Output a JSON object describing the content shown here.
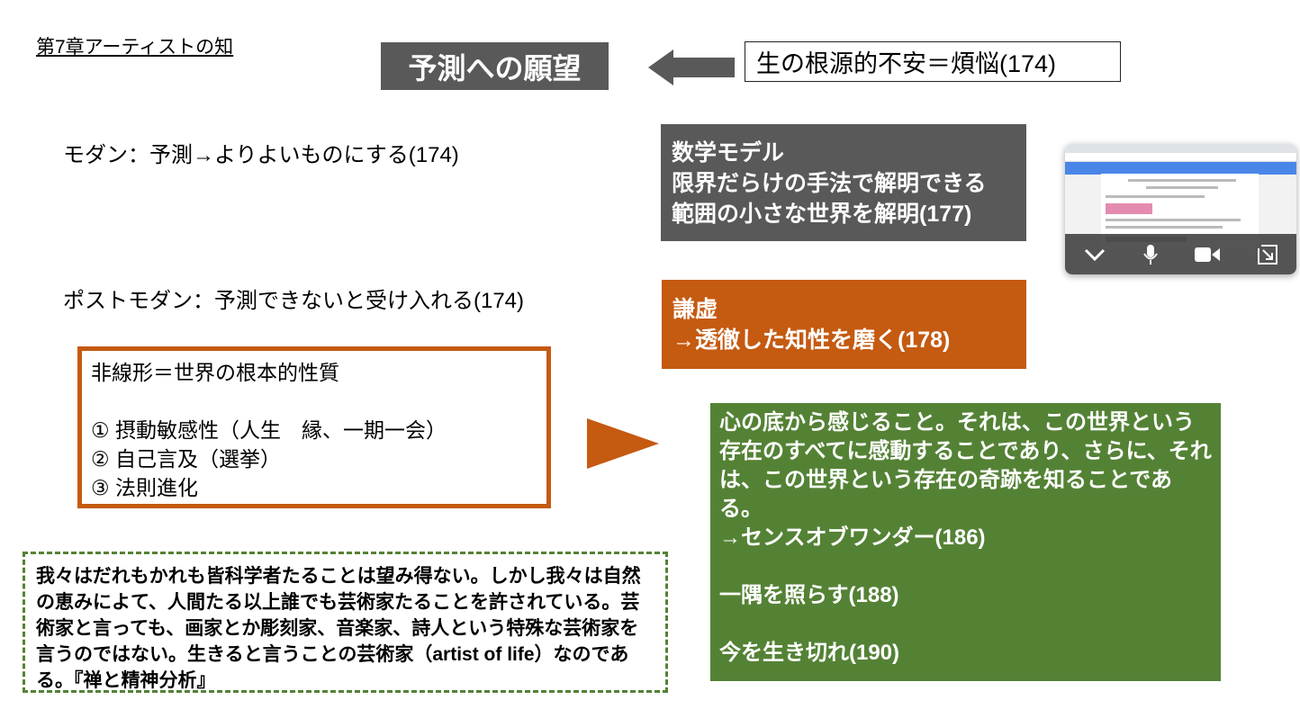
{
  "slide": {
    "chapter": "第7章アーティストの知",
    "title": "予測への願望",
    "anxiety": "生の根源的不安＝煩悩(174)",
    "modern": "モダン：予測→よりよいものにする(174)",
    "postmodern": "ポストモダン：予測できないと受け入れる(174)",
    "nonlinear": {
      "heading": "非線形＝世界の根本的性質",
      "items": [
        "①  摂動敏感性（人生　縁、一期一会）",
        "②  自己言及（選挙）",
        "③  法則進化"
      ]
    },
    "math": [
      "数学モデル",
      "限界だらけの手法で解明できる",
      "範囲の小さな世界を解明(177)"
    ],
    "humility": [
      "謙虚",
      "→透徹した知性を磨く(178)"
    ],
    "wonder": "心の底から感じること。それは、この世界という存在のすべてに感動することであり、さらに、それは、この世界という存在の奇跡を知ることである。\n →センスオブワンダー(186)\n\n一隅を照らす(188)\n\n今を生き切れ(190)",
    "quote": "我々はだれもかれも皆科学者たることは望み得ない。しかし我々は自然の恵みによて、人間たる以上誰でも芸術家たることを許されている。芸術家と言っても、画家とか彫刻家、音楽家、詩人という特殊な芸術家を言うのではない。生きると言うことの芸術家（artist of life）なのである。『禅と精神分析』"
  },
  "colors": {
    "gray": "#595959",
    "orange": "#c55a11",
    "green": "#548235"
  },
  "video_overlay": {
    "icons": [
      "chevron-down-icon",
      "microphone-icon",
      "camera-icon",
      "exit-pip-icon"
    ]
  }
}
